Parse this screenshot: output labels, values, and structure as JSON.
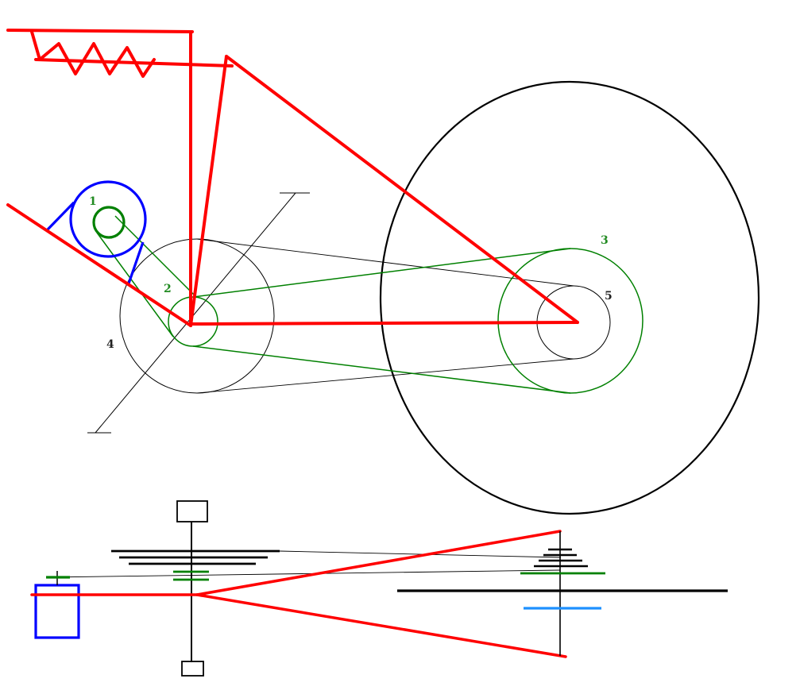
{
  "labels": {
    "l1": "1",
    "l2": "2",
    "l3": "3",
    "l4": "4",
    "l5": "5"
  },
  "colors": {
    "frame": "#ff0000",
    "chain": "#008000",
    "motor": "#0000ff",
    "wheel": "#000000",
    "label_green": "#228b22",
    "label_black": "#222222",
    "disc_blue": "#1e90ff"
  }
}
